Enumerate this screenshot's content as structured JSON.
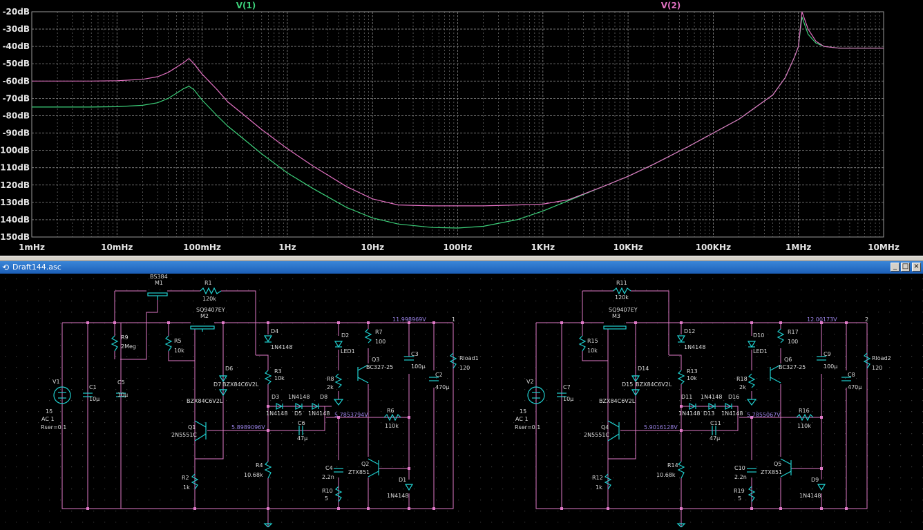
{
  "window": {
    "title": "Draft144.asc"
  },
  "window_controls": {
    "minimize": "_",
    "maximize": "□",
    "close": "×"
  },
  "colors": {
    "trace_v1": "#3cd07a",
    "trace_v2": "#e070c0",
    "wire": "#e07ac8",
    "component": "#20d0d0",
    "grid": "#8a8a8a",
    "voltage_label": "#9b84e8",
    "titlebar": "#2a72c8"
  },
  "chart_data": {
    "type": "line",
    "x_scale": "log",
    "xlim": [
      0.001,
      10000000
    ],
    "ylim": [
      -150,
      -20
    ],
    "grid": true,
    "x_ticks": [
      {
        "v": 0.001,
        "label": "1mHz"
      },
      {
        "v": 0.01,
        "label": "10mHz"
      },
      {
        "v": 0.1,
        "label": "100mHz"
      },
      {
        "v": 1,
        "label": "1Hz"
      },
      {
        "v": 10,
        "label": "10Hz"
      },
      {
        "v": 100,
        "label": "100Hz"
      },
      {
        "v": 1000,
        "label": "1KHz"
      },
      {
        "v": 10000,
        "label": "10KHz"
      },
      {
        "v": 100000,
        "label": "100KHz"
      },
      {
        "v": 1000000,
        "label": "1MHz"
      },
      {
        "v": 10000000,
        "label": "10MHz"
      }
    ],
    "y_ticks": [
      {
        "v": -20,
        "label": "-20dB"
      },
      {
        "v": -30,
        "label": "-30dB"
      },
      {
        "v": -40,
        "label": "-40dB"
      },
      {
        "v": -50,
        "label": "-50dB"
      },
      {
        "v": -60,
        "label": "-60dB"
      },
      {
        "v": -70,
        "label": "-70dB"
      },
      {
        "v": -80,
        "label": "-80dB"
      },
      {
        "v": -90,
        "label": "-90dB"
      },
      {
        "v": -100,
        "label": "-100dB"
      },
      {
        "v": -110,
        "label": "-110dB"
      },
      {
        "v": -120,
        "label": "-120dB"
      },
      {
        "v": -130,
        "label": "-130dB"
      },
      {
        "v": -140,
        "label": "-140dB"
      },
      {
        "v": -150,
        "label": "-150dB"
      }
    ],
    "series": [
      {
        "name": "V(1)",
        "color": "#3cd07a",
        "x": [
          0.001,
          0.005,
          0.01,
          0.02,
          0.03,
          0.04,
          0.05,
          0.06,
          0.07,
          0.08,
          0.1,
          0.15,
          0.2,
          0.3,
          0.5,
          1,
          2,
          5,
          10,
          20,
          50,
          100,
          200,
          500,
          1000,
          2000,
          5000,
          10000,
          20000,
          50000,
          100000,
          200000,
          500000,
          700000,
          900000,
          1000000,
          1100000,
          1300000,
          1600000,
          2000000,
          3000000,
          5000000,
          10000000
        ],
        "y": [
          -75,
          -75,
          -74.8,
          -74,
          -72.5,
          -70,
          -67,
          -64.5,
          -63,
          -65,
          -71,
          -80,
          -86,
          -93,
          -102,
          -113,
          -122,
          -133,
          -139,
          -142.5,
          -144.5,
          -144.8,
          -143.8,
          -140,
          -135,
          -129,
          -121,
          -115,
          -108,
          -98,
          -90,
          -82,
          -68,
          -58,
          -46,
          -40,
          -23,
          -33,
          -38,
          -40,
          -41,
          -41,
          -41
        ]
      },
      {
        "name": "V(2)",
        "color": "#e070c0",
        "x": [
          0.001,
          0.005,
          0.01,
          0.02,
          0.03,
          0.04,
          0.05,
          0.06,
          0.07,
          0.08,
          0.1,
          0.15,
          0.2,
          0.3,
          0.5,
          1,
          2,
          5,
          10,
          20,
          50,
          100,
          200,
          500,
          1000,
          2000,
          5000,
          10000,
          20000,
          50000,
          100000,
          200000,
          500000,
          700000,
          900000,
          1000000,
          1100000,
          1300000,
          1600000,
          2000000,
          3000000,
          5000000,
          10000000
        ],
        "y": [
          -60,
          -60,
          -59.8,
          -59,
          -57.5,
          -55,
          -52,
          -49.5,
          -47,
          -50,
          -56,
          -65,
          -72,
          -79,
          -88,
          -99,
          -109,
          -121,
          -128,
          -131.5,
          -132,
          -132,
          -132,
          -131.5,
          -131,
          -128.5,
          -121,
          -115,
          -108,
          -98,
          -90,
          -82,
          -68,
          -58,
          -46,
          -40,
          -20,
          -30,
          -37,
          -40,
          -41,
          -41,
          -41
        ]
      }
    ]
  },
  "schematic": {
    "labels": {
      "m1_model": "BS384",
      "m1": "M1",
      "r1": "R1",
      "r1_val": "120k",
      "m2_model": "SQ9407EY",
      "m2": "M2",
      "r9": "R9",
      "r9_val": "2Meg",
      "r5": "R5",
      "r5_val": "10k",
      "d4": "D4",
      "d4_model": "1N4148",
      "d6": "D6",
      "d7": "D7",
      "d7_model": "BZX84C6V2L",
      "d6_model": "BZX84C6V2L",
      "v1": "V1",
      "v1_val": "15",
      "v1_ac": "AC 1",
      "v1_rser": "Rser=0.1",
      "c1": "C1",
      "c1_val": "10µ",
      "c5": "C5",
      "c5_val": "10µ",
      "r3": "R3",
      "r3_val": "10k",
      "d3": "D3",
      "d3_model": "1N4148",
      "d5": "D5",
      "d5_model": "1N4148",
      "d8": "D8",
      "d8_model": "1N4148",
      "d2": "D2",
      "led1": "LED1",
      "r7": "R7",
      "r7_val": "100",
      "q3": "Q3",
      "q3_model": "BC327-25",
      "r8": "R8",
      "r8_val": "2k",
      "c3": "C3",
      "c3_val": "100µ",
      "c2": "C2",
      "c2_val": "470µ",
      "rload1": "Rload1",
      "rload1_val": "120",
      "node1_v": "11.998969V",
      "node1": "1",
      "q1": "Q1",
      "q1_model": "2N5551C",
      "node_q1_v": "5.8989096V",
      "c6": "C6",
      "c6_val": "47µ",
      "node_d8_v": "5.7853794V",
      "r6": "R6",
      "r6_val": "110k",
      "r4": "R4",
      "r4_val": "10.68k",
      "r2": "R2",
      "r2_val": "1k",
      "c4": "C4",
      "c4_val": "2.2n",
      "r10": "R10",
      "r10_val": "5",
      "q2": "Q2",
      "q2_model": "ZTX851",
      "d1": "D1",
      "d1_model": "1N4148",
      "r11": "R11",
      "r11_val": "120k",
      "m3_model": "SQ9407EY",
      "m3": "M3",
      "r15": "R15",
      "r15_val": "10k",
      "d12": "D12",
      "d12_model": "1N4148",
      "d14": "D14",
      "d15": "D15",
      "d15_model": "BZX84C6V2L",
      "d14_model": "BZX84C6V2L",
      "v2": "V2",
      "v2_val": "15",
      "v2_ac": "AC 1",
      "v2_rser": "Rser=0.1",
      "c7": "C7",
      "c7_val": "10µ",
      "r13": "R13",
      "r13_val": "10k",
      "d11": "D11",
      "d11_model": "1N4148",
      "d13": "D13",
      "d13_model": "1N4148",
      "d16": "D16",
      "d16_model": "1N4148",
      "d10": "D10",
      "led1b": "LED1",
      "r17": "R17",
      "r17_val": "100",
      "q6": "Q6",
      "q6_model": "BC327-25",
      "r18": "R18",
      "r18_val": "2k",
      "c9": "C9",
      "c9_val": "100µ",
      "c8": "C8",
      "c8_val": "470µ",
      "rload2": "Rload2",
      "rload2_val": "120",
      "node2_v": "12.00173V",
      "node2": "2",
      "q4": "Q4",
      "q4_model": "2N5551C",
      "node_q4_v": "5.9016128V",
      "c11": "C11",
      "c11_val": "47µ",
      "node_d16_v": "5.7855067V",
      "r16": "R16",
      "r16_val": "110k",
      "r14": "R14",
      "r14_val": "10.68k",
      "r12": "R12",
      "r12_val": "1k",
      "c10": "C10",
      "c10_val": "2.2n",
      "r19": "R19",
      "r19_val": "5",
      "q5": "Q5",
      "q5_model": "ZTX851",
      "d9": "D9",
      "d9_model": "1N4148"
    }
  }
}
